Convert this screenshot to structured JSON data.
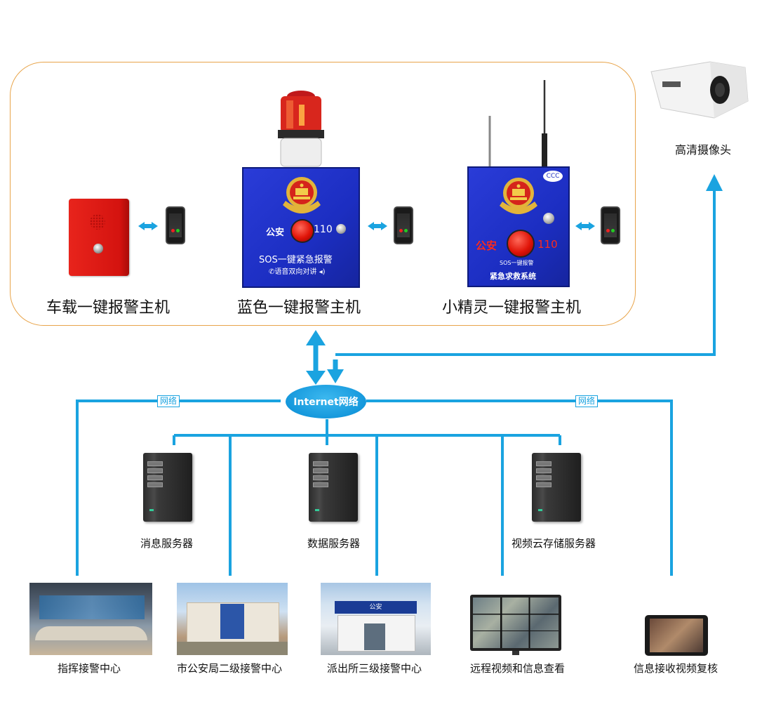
{
  "devices": {
    "vehicle": {
      "label": "车载一键报警主机"
    },
    "blue": {
      "label": "蓝色一键报警主机",
      "panel_police": "公安",
      "panel_number": "110",
      "panel_sos": "SOS一键紧急报警",
      "panel_voice": "语音双向对讲"
    },
    "sprite": {
      "label": "小精灵一键报警主机",
      "panel_ccc": "CCC",
      "panel_police": "公安",
      "panel_number": "110",
      "panel_sos": "SOS一键报警",
      "panel_system": "紧急求救系统"
    }
  },
  "camera": {
    "label": "高清摄像头"
  },
  "network": {
    "center": "Internet网络",
    "link_left": "网络",
    "link_right": "网络"
  },
  "servers": [
    {
      "label": "消息服务器"
    },
    {
      "label": "数据服务器"
    },
    {
      "label": "视频云存储服务器"
    }
  ],
  "endpoints": [
    {
      "label": "指挥接警中心"
    },
    {
      "label": "市公安局二级接警中心"
    },
    {
      "label": "派出所三级接警中心",
      "sign": "公安"
    },
    {
      "label": "远程视频和信息查看"
    },
    {
      "label": "信息接收视频复核"
    }
  ],
  "colors": {
    "link": "#1aa3e0",
    "frame": "#e8a44a",
    "panel": "#1f31c8",
    "alarm": "#e01408"
  }
}
